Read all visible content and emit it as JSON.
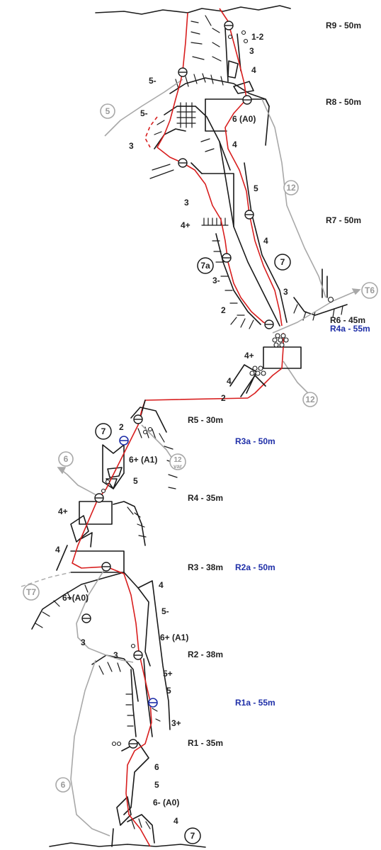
{
  "belays": [
    {
      "id": "r9",
      "label": "R9 - 50m"
    },
    {
      "id": "r8",
      "label": "R8 - 50m"
    },
    {
      "id": "r7",
      "label": "R7 - 50m"
    },
    {
      "id": "r6",
      "label": "R6 - 45m"
    },
    {
      "id": "r4a",
      "label": "R4a - 55m"
    },
    {
      "id": "r5",
      "label": "R5 - 30m"
    },
    {
      "id": "r3a",
      "label": "R3a - 50m"
    },
    {
      "id": "r4",
      "label": "R4 - 35m"
    },
    {
      "id": "r3",
      "label": "R3 - 38m"
    },
    {
      "id": "r2a",
      "label": "R2a - 50m"
    },
    {
      "id": "r2",
      "label": "R2 - 38m"
    },
    {
      "id": "r1a",
      "label": "R1a - 55m"
    },
    {
      "id": "r1",
      "label": "R1 - 35m"
    }
  ],
  "grades": [
    "1-2",
    "3",
    "4",
    "5-",
    "5-",
    "6 (A0)",
    "3",
    "4",
    "5",
    "3",
    "4+",
    "4",
    "3-",
    "3",
    "2",
    "4+",
    "4",
    "2",
    "2",
    "6+ (A1)",
    "5",
    "4+",
    "4",
    "4",
    "6+(A0)",
    "5-",
    "6+ (A1)",
    "3",
    "3",
    "5+",
    "5",
    "3+",
    "6",
    "5",
    "6- (A0)",
    "4"
  ],
  "route_markers": [
    "5",
    "12",
    "7",
    "7a",
    "T6",
    "12",
    "7",
    "6",
    "12",
    "var",
    "T7",
    "6",
    "7"
  ],
  "colors": {
    "main_route": "#d81e1e",
    "other_routes": "#a8a8a8",
    "alt_belay": "#1f2fa8",
    "rock": "#1a1a1a"
  }
}
